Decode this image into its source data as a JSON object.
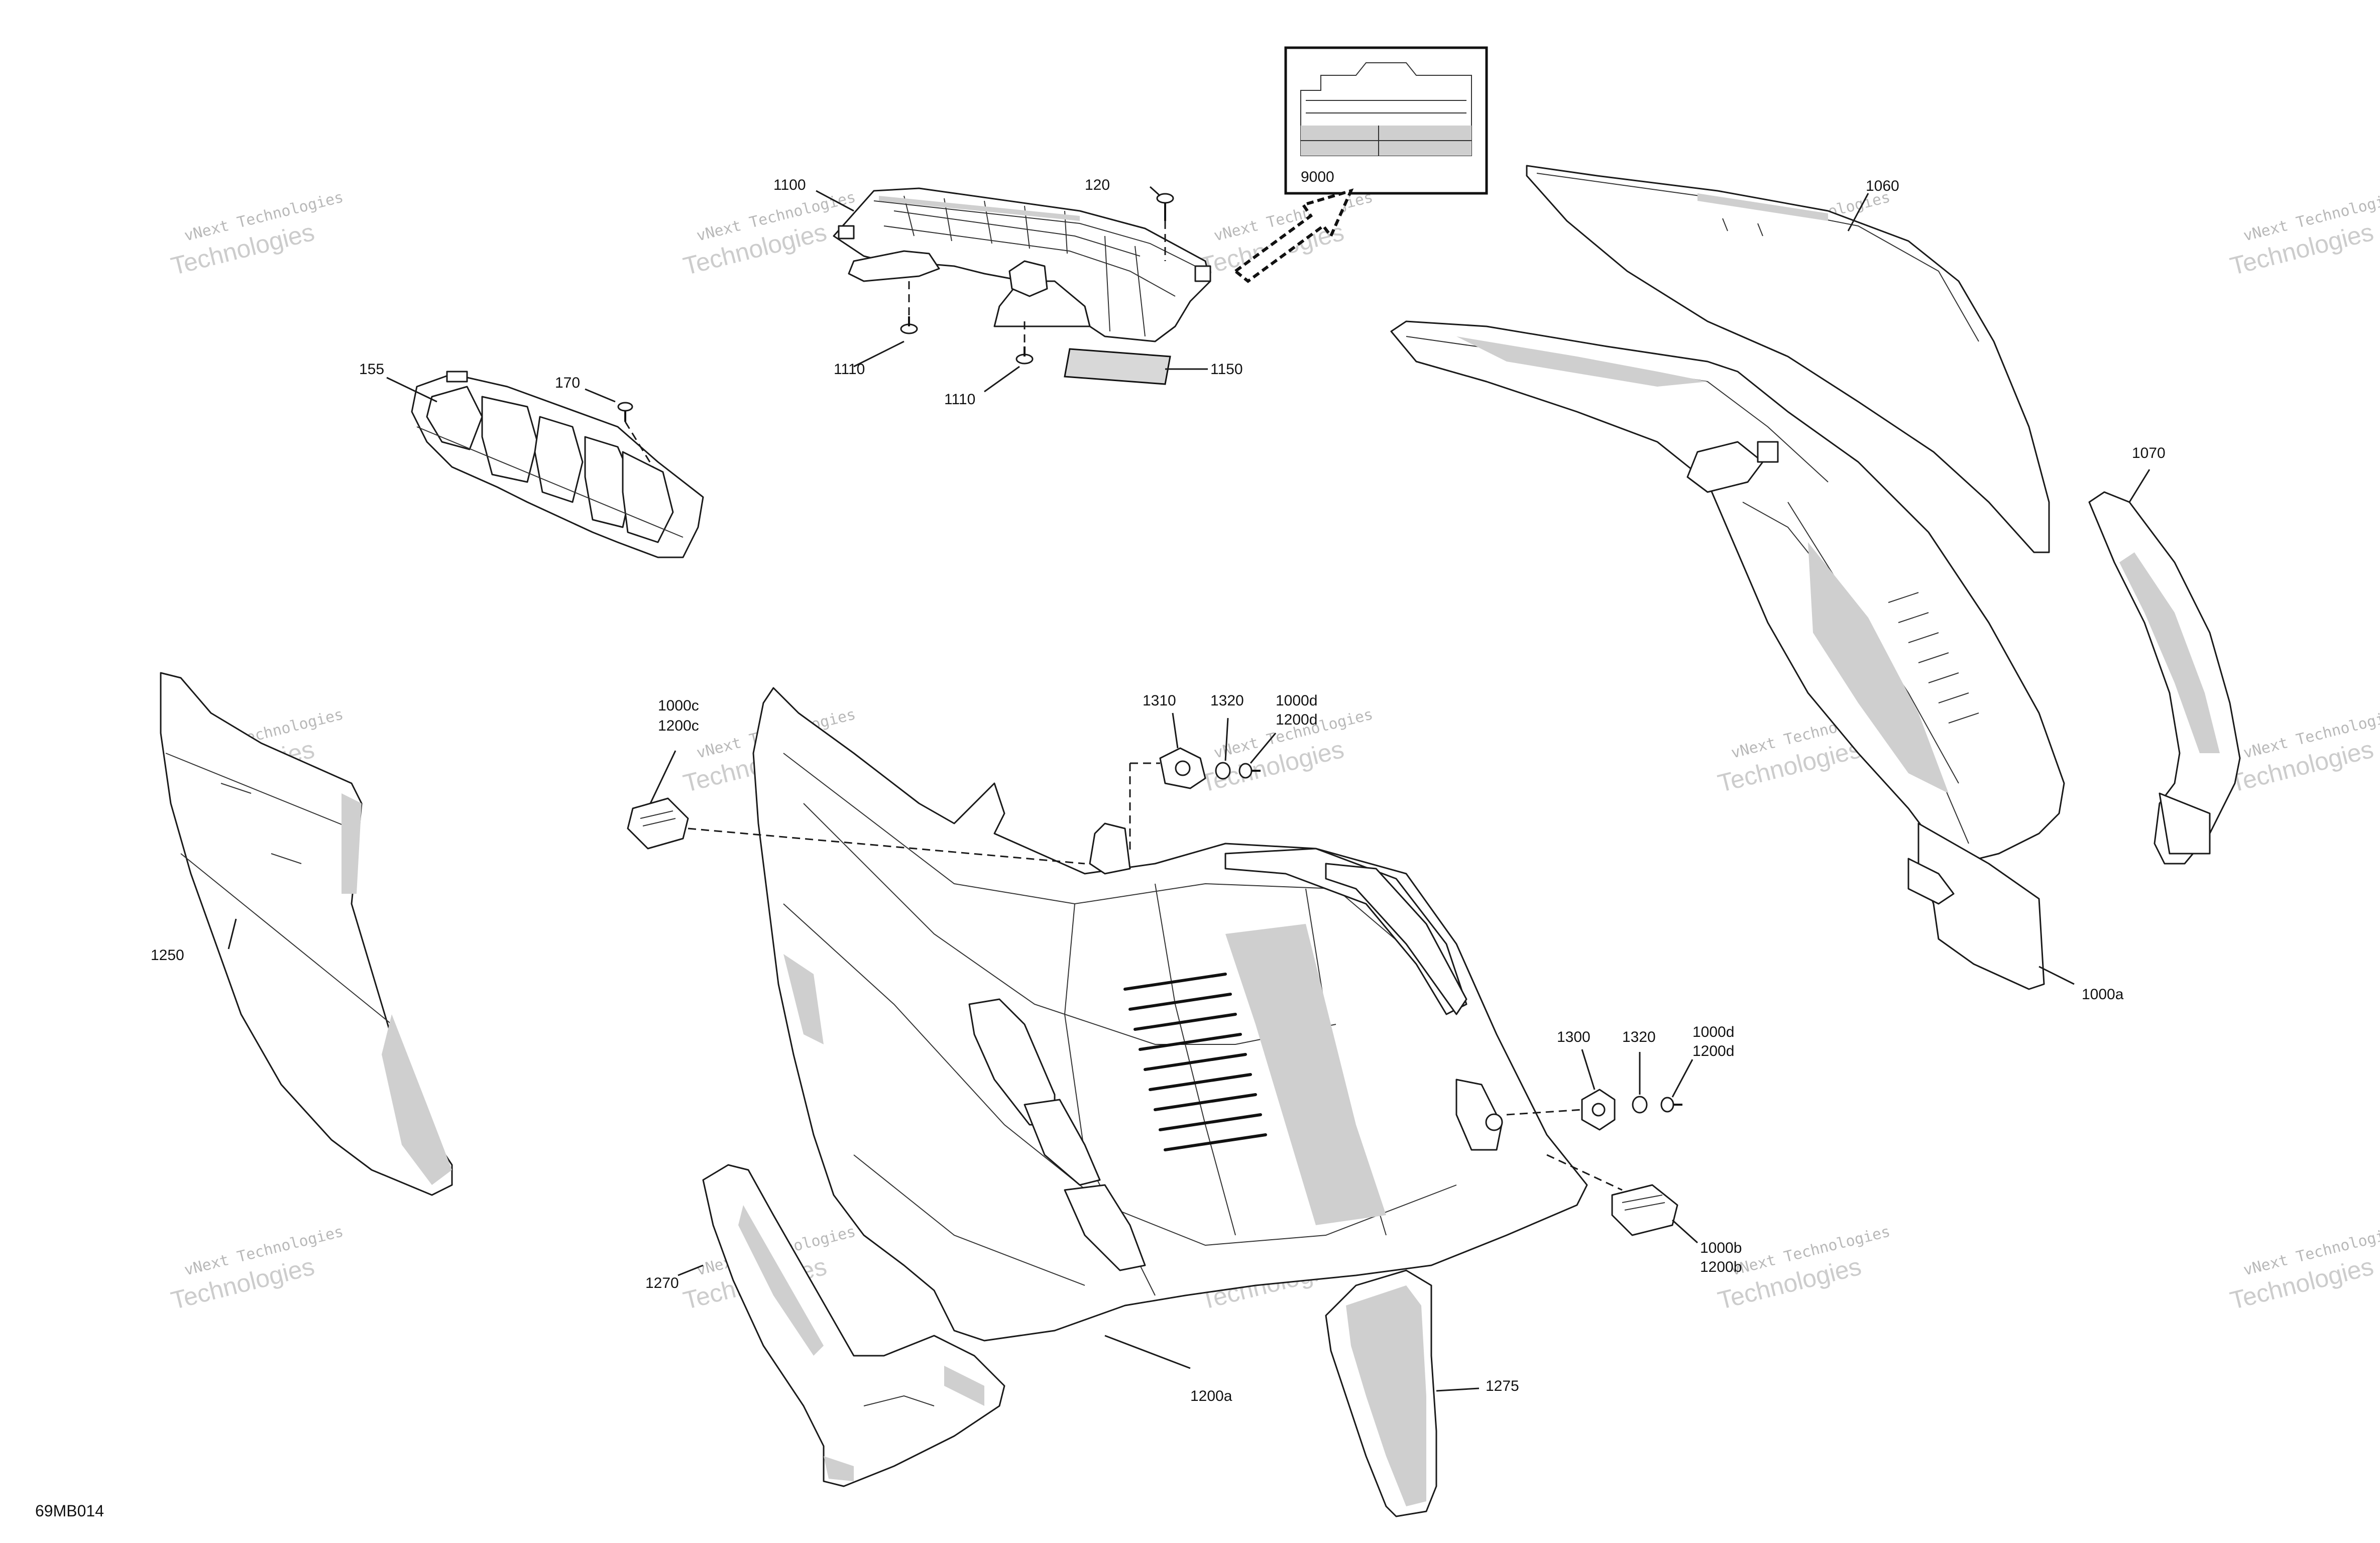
{
  "diagram": {
    "drawing_code": "69MB014",
    "watermark": {
      "line1": "vNext Technologies",
      "line2": "Technologies"
    },
    "callouts": {
      "p120": "120",
      "p1100": "1100",
      "p1110a": "1110",
      "p1110b": "1110",
      "p1150": "1150",
      "p9000": "9000",
      "p1060": "1060",
      "p155": "155",
      "p170": "170",
      "p1070": "1070",
      "p1000c": "1000c",
      "p1200c": "1200c",
      "p1310": "1310",
      "p1320a": "1320",
      "p1000d_a": "1000d",
      "p1200d_a": "1200d",
      "p1250": "1250",
      "p1000a": "1000a",
      "p1300": "1300",
      "p1320b": "1320",
      "p1000d_b": "1000d",
      "p1200d_b": "1200d",
      "p1000b": "1000b",
      "p1200b": "1200b",
      "p1270": "1270",
      "p1200a": "1200a",
      "p1275": "1275"
    }
  }
}
